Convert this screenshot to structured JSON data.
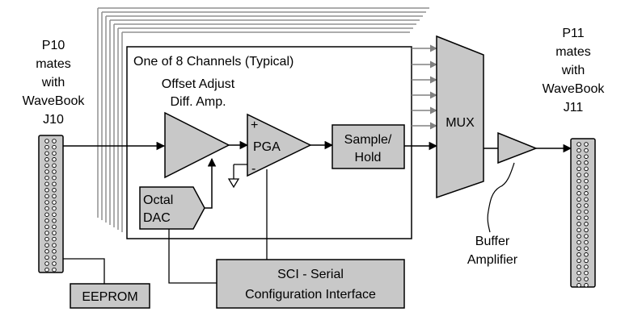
{
  "left_connector": {
    "label_lines": [
      "P10",
      "mates",
      "with",
      "WaveBook",
      "J10"
    ]
  },
  "right_connector": {
    "label_lines": [
      "P11",
      "mates",
      "with",
      "WaveBook",
      "J11"
    ]
  },
  "channel": {
    "title": "One of 8 Channels (Typical)",
    "offset_lines": [
      "Offset Adjust",
      "Diff. Amp."
    ],
    "pga": {
      "label": "PGA",
      "plus": "+",
      "minus": "-"
    },
    "sample_hold_lines": [
      "Sample/",
      "Hold"
    ],
    "dac_lines": [
      "Octal",
      "DAC"
    ]
  },
  "mux": {
    "label": "MUX"
  },
  "buffer": {
    "label_lines": [
      "Buffer",
      "Amplifier"
    ]
  },
  "sci": {
    "lines": [
      "SCI - Serial",
      "Configuration Interface"
    ]
  },
  "eeprom": {
    "label": "EEPROM"
  },
  "colors": {
    "block_gray": "#c8c8c8",
    "stack_lines": "#909090",
    "arrow_gray": "#808080"
  }
}
